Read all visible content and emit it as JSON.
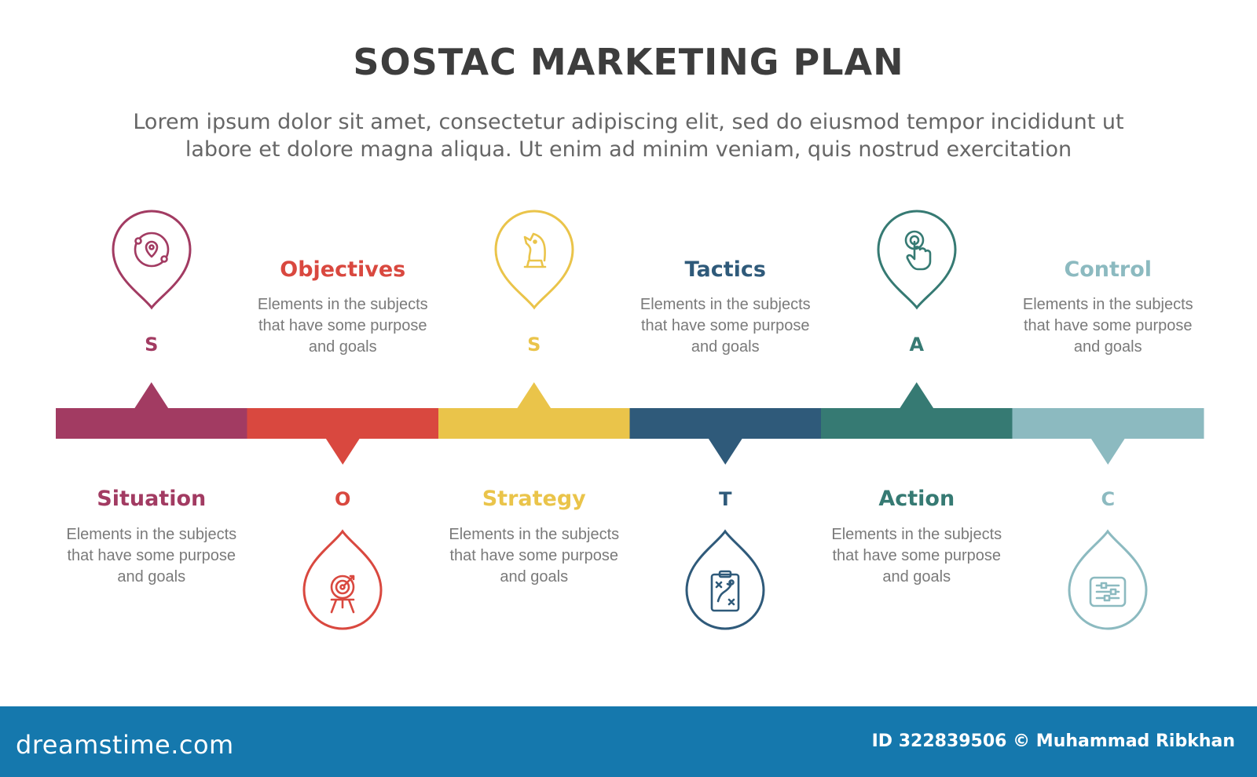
{
  "title": "SOSTAC MARKETING PLAN",
  "subtitle_line1": "Lorem ipsum dolor sit amet, consectetur adipiscing elit, sed do eiusmod tempor incididunt ut",
  "subtitle_line2": "labore et dolore magna aliqua. Ut enim ad minim veniam, quis nostrud exercitation",
  "steps": [
    {
      "letter": "S",
      "title": "Situation",
      "desc": [
        "Elements in the subjects",
        "that have  some purpose",
        "and goals"
      ],
      "color": "#a23b62",
      "icon": "map-location-icon"
    },
    {
      "letter": "O",
      "title": "Objectives",
      "desc": [
        "Elements in the subjects",
        "that have  some purpose",
        "and goals"
      ],
      "color": "#d9483f",
      "icon": "target-easel-icon"
    },
    {
      "letter": "S",
      "title": "Strategy",
      "desc": [
        "Elements in the subjects",
        "that have  some purpose",
        "and goals"
      ],
      "color": "#eac44a",
      "icon": "chess-knight-icon"
    },
    {
      "letter": "T",
      "title": "Tactics",
      "desc": [
        "Elements in the subjects",
        "that have  some purpose",
        "and goals"
      ],
      "color": "#2f5a7a",
      "icon": "tactics-board-icon"
    },
    {
      "letter": "A",
      "title": "Action",
      "desc": [
        "Elements in the subjects",
        "that have  some purpose",
        "and goals"
      ],
      "color": "#367a73",
      "icon": "hand-tap-icon"
    },
    {
      "letter": "C",
      "title": "Control",
      "desc": [
        "Elements in the subjects",
        "that have  some purpose",
        "and goals"
      ],
      "color": "#8cbac0",
      "icon": "control-sliders-icon"
    }
  ],
  "footer": {
    "brand": "dreamstime.com",
    "credit": "ID 322839506 © Muhammad Ribkhan"
  }
}
